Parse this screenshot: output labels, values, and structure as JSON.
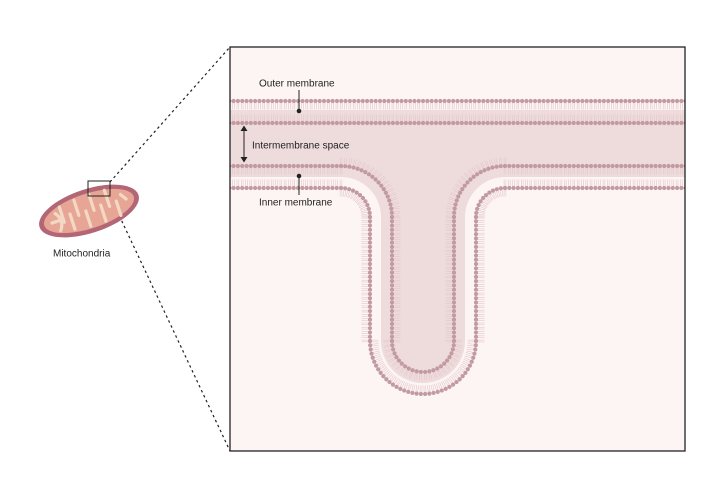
{
  "labels": {
    "outer_membrane": "Outer membrane",
    "intermembrane_space": "Intermembrane space",
    "inner_membrane": "Inner membrane",
    "mitochondria": "Mitochondria"
  },
  "colors": {
    "matrix_fill": "#fdf5f4",
    "intermembrane_fill": "#eedcdd",
    "membrane_head": "#c29ba0",
    "membrane_tail": "#e3c6ca",
    "mito_outer": "#b36675",
    "mito_body": "#e7a596",
    "mito_cristae": "#f3d9c4",
    "frame": "#222222"
  }
}
